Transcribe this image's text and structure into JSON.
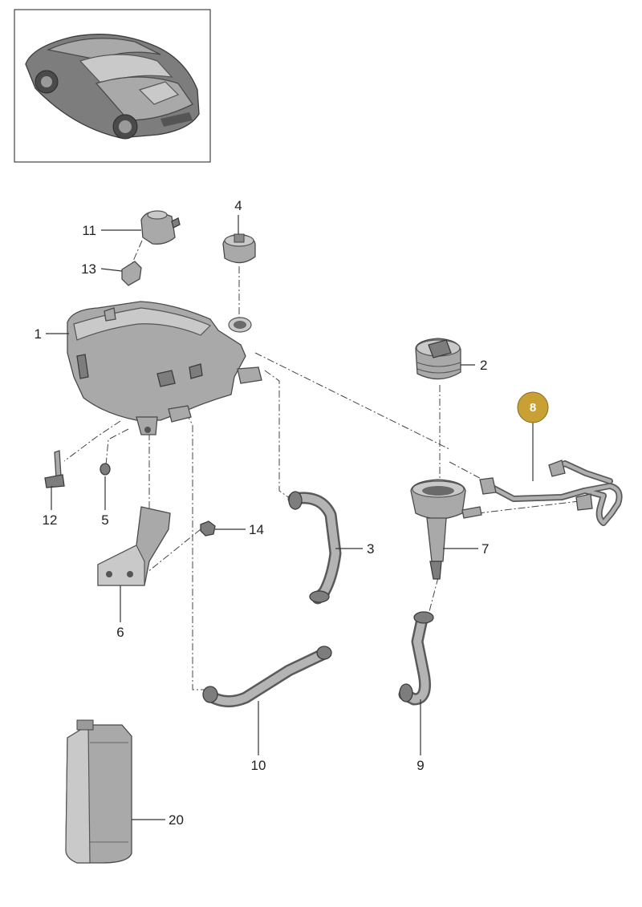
{
  "callouts": {
    "c1": "1",
    "c2": "2",
    "c3": "3",
    "c4": "4",
    "c5": "5",
    "c6": "6",
    "c7": "7",
    "c8": "8",
    "c9": "9",
    "c10": "10",
    "c11": "11",
    "c12": "12",
    "c13": "13",
    "c14": "14",
    "c20": "20"
  },
  "colors": {
    "highlight_badge": "#c9a033",
    "part_fill": "#a9a9a9",
    "line": "#333333"
  },
  "highlighted_callout": "8"
}
